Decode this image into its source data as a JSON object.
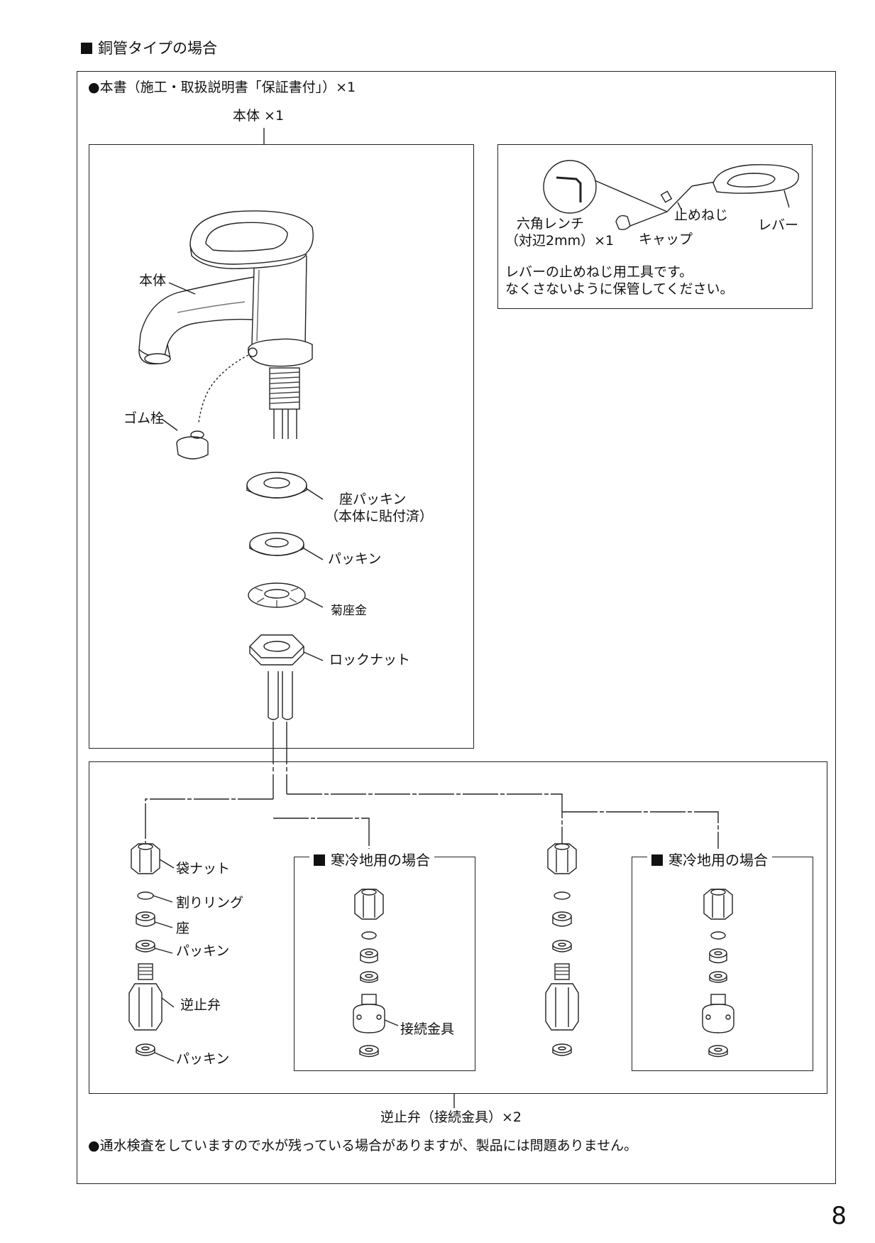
{
  "heading": "銅管タイプの場合",
  "bullet_manual": "●本書（施工・取扱説明書「保証書付」）×1",
  "body_qty": "本体 ×1",
  "labels": {
    "body": "本体",
    "rubber_stopper": "ゴム栓",
    "seat_packing_1": "座パッキン",
    "seat_packing_2": "（本体に貼付済）",
    "packing": "パッキン",
    "kiku_washer": "菊座金",
    "lock_nut": "ロックナット"
  },
  "parts_box": {
    "hex_wrench_1": "六角レンチ",
    "hex_wrench_2": "（対辺2mm）×1",
    "set_screw": "止めねじ",
    "cap": "キャップ",
    "lever": "レバー",
    "note_1": "レバーの止めねじ用工具です。",
    "note_2": "なくさないように保管してください。"
  },
  "valve_labels": {
    "cap_nut": "袋ナット",
    "split_ring": "割りリング",
    "seat": "座",
    "packing_a": "パッキン",
    "check_valve": "逆止弁",
    "packing_b": "パッキン",
    "fitting": "接続金具"
  },
  "cold_region_title": "寒冷地用の場合",
  "check_valve_qty": "逆止弁（接続金具）×2",
  "bullet_water": "●通水検査をしていますので水が残っている場合がありますが、製品には問題ありません。",
  "page_number": "8"
}
